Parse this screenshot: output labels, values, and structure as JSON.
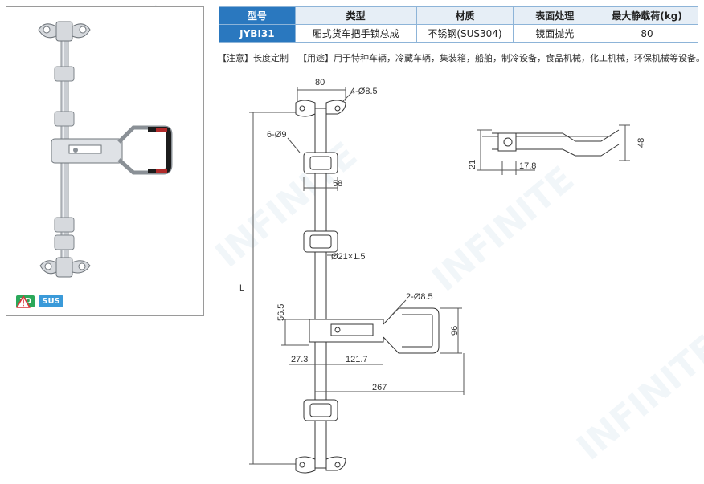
{
  "table": {
    "headers": [
      "型号",
      "类型",
      "材质",
      "表面处理",
      "最大静载荷(kg)"
    ],
    "row": [
      "JYBI31",
      "厢式货车把手锁总成",
      "不锈钢(SUS304)",
      "镜面抛光",
      "80"
    ]
  },
  "note": {
    "attention": "【注意】长度定制",
    "usage": "【用途】用于特种车辆，冷藏车辆，集装箱，船舶，制冷设备，食品机械，化工机械，环保机械等设备。"
  },
  "badges": {
    "warning_icon": "warning-triangle-icon",
    "three_d": "3D",
    "sus": "SUS"
  },
  "dims": {
    "top_width": "80",
    "top_holes": "4-Ø8.5",
    "side_holes": "6-Ø9",
    "bracket_width": "58",
    "rod": "Ø21×1.5",
    "length": "L",
    "handle_offset": "56.5",
    "handle_holes": "2-Ø8.5",
    "handle_height": "96",
    "left_offset": "27.3",
    "handle_reach": "121.7",
    "total_reach": "267",
    "side_height": "48",
    "side_base": "21",
    "side_length": "17.8"
  },
  "colors": {
    "table_header_highlight": "#2a78bf",
    "table_border": "#8db4d8",
    "badge_3d": "#2ba85a",
    "badge_sus": "#3a9ad9",
    "warning": "#d9343a"
  }
}
